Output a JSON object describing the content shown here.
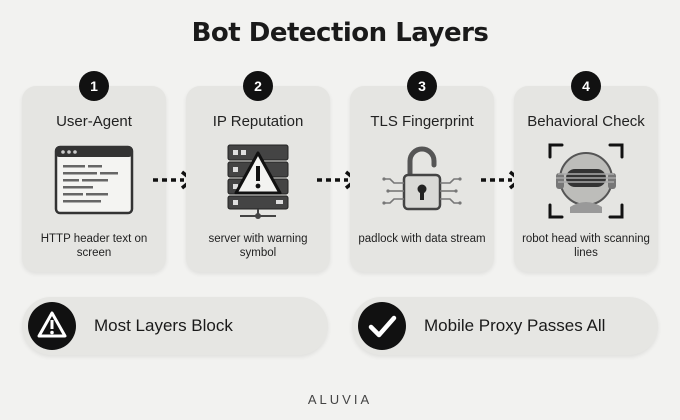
{
  "title": "Bot Detection Layers",
  "layers": [
    {
      "number": "1",
      "name": "User-Agent",
      "icon": "browser-window-icon",
      "description": "HTTP header text on screen"
    },
    {
      "number": "2",
      "name": "IP Reputation",
      "icon": "server-warning-icon",
      "description": "server with warning symbol"
    },
    {
      "number": "3",
      "name": "TLS Fingerprint",
      "icon": "padlock-stream-icon",
      "description": "padlock with data stream"
    },
    {
      "number": "4",
      "name": "Behavioral Check",
      "icon": "robot-scan-icon",
      "description": "robot head with scanning lines"
    }
  ],
  "outcomes": [
    {
      "label": "Most Layers Block",
      "icon": "warning-icon"
    },
    {
      "label": "Mobile Proxy Passes All",
      "icon": "checkmark-icon"
    }
  ],
  "brand": "ALUVIA",
  "colors": {
    "background": "#f2f2f0",
    "card": "#e5e5e2",
    "badge": "#111111"
  }
}
